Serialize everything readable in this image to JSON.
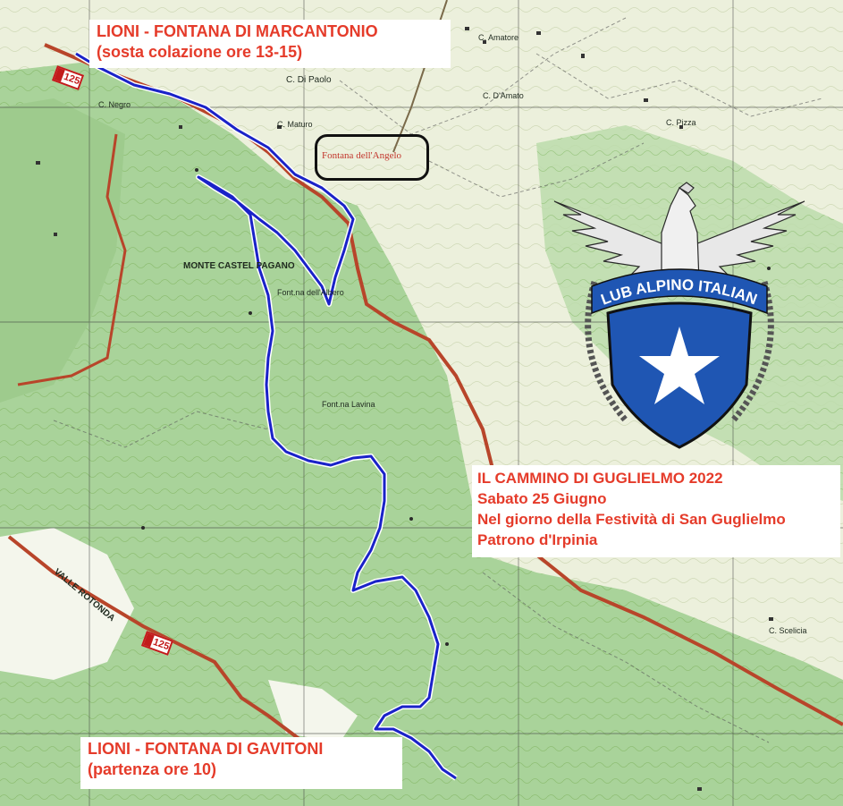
{
  "colors": {
    "label_red": "#e53b2a",
    "trail_blue": "#1a22c8",
    "road_red": "#b8452a",
    "forest_green": "#a9d39a",
    "open_land": "#e9efd8",
    "cai_blue": "#1f56b3"
  },
  "labels": {
    "top": {
      "line1": "LIONI - FONTANA DI MARCANTONIO",
      "line2": "(sosta colazione ore 13-15)"
    },
    "event": {
      "line1": "IL CAMMINO DI GUGLIELMO 2022",
      "line2": "Sabato 25 Giugno",
      "line3": "Nel giorno della Festività di San Guglielmo",
      "line4": "Patrono d'Irpinia"
    },
    "bottom": {
      "line1": "LIONI - FONTANA DI GAVITONI",
      "line2": "(partenza ore 10)"
    }
  },
  "map_places": {
    "fontana_angelo": "Fontana dell'Angelo",
    "monte_castel": "MONTE CASTEL PAGANO",
    "fonte_albero": "Font.na dell'Albero",
    "fonte_lavina": "Font.na Lavina",
    "c_di_paolo": "C. Di Paolo",
    "c_maturo": "C. Maturo",
    "c_amatore": "C. Amatore",
    "c_d_amato": "C. D'Amato",
    "c_pizza": "C. Pizza",
    "c_negro": "C. Negro",
    "valle_rotonda": "VALLE ROTONDA",
    "c_scelicia": "C. Scelicia"
  },
  "road_badges": [
    "125",
    "125"
  ],
  "logo": {
    "text": "CLUB ALPINO ITALIANO",
    "icon": "cai-eagle-shield-star-icon"
  }
}
